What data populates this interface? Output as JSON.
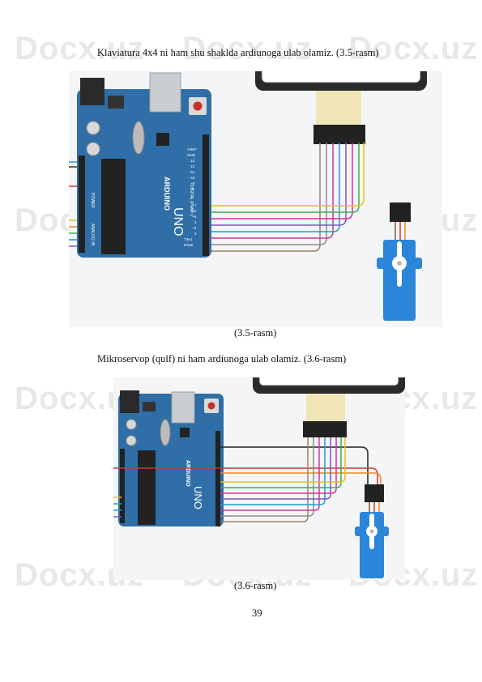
{
  "paragraphs": {
    "p1": "Klaviatura 4x4 ni ham shu shaklda ardiunoga ulab olamiz. (3.5-rasm)",
    "p2": "Mikroservop (qulf) ni ham ardiunoga ulab olamiz. (3.6-rasm)"
  },
  "captions": {
    "fig1": "(3.5-rasm)",
    "fig2": "(3.6-rasm)"
  },
  "page_number": "39",
  "watermark": "Docx.uz",
  "board": {
    "brand": "ARDUINO",
    "model": "UNO",
    "digital_label": "DIGITAL (PWM~)",
    "power_label": "POWER",
    "analog_label": "ANALOG IN",
    "top_pins": [
      "AREF",
      "GND",
      "13",
      "12",
      "~11",
      "~10",
      "~9",
      "8"
    ],
    "bottom_pins": [
      "7",
      "~6",
      "~5",
      "4",
      "~3",
      "2",
      "TX▸1",
      "RX◂0"
    ]
  },
  "colors": {
    "board": "#2f6ea6",
    "servo": "#2b86d9",
    "wires": [
      "#9b8366",
      "#8c8c8c",
      "#c83a9a",
      "#1f9bd6",
      "#7d55c7",
      "#d4339b",
      "#38b04a",
      "#e5c21a"
    ]
  }
}
